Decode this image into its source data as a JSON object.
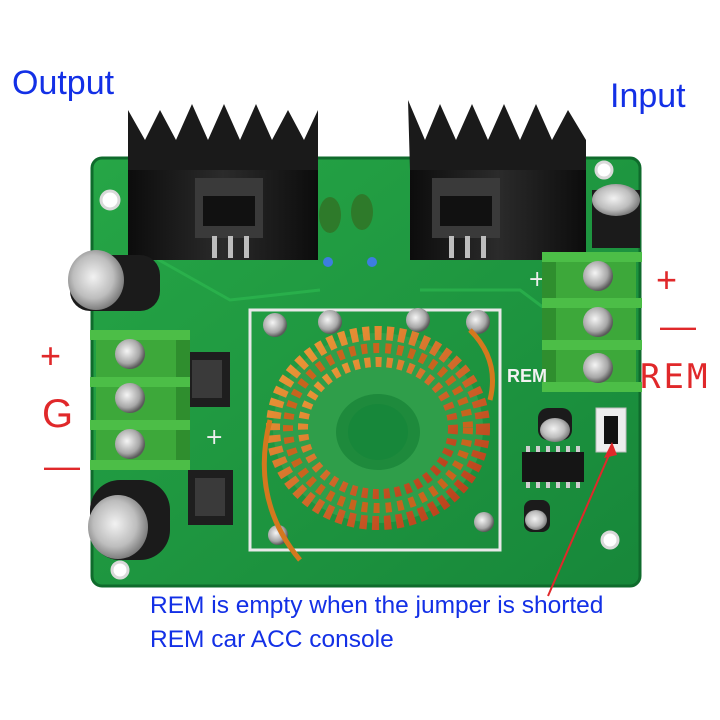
{
  "labels": {
    "output": "Output",
    "input": "Input",
    "right_plus": "+",
    "right_minus": "—",
    "rem_side": "REM",
    "left_plus": "+",
    "left_g": "G",
    "left_minus": "—"
  },
  "notes": {
    "line1": "REM is empty when the jumper is shorted",
    "line2": "REM car ACC console"
  },
  "board": {
    "silkscreen_rem": "REM"
  },
  "colors": {
    "label_blue": "#1330e6",
    "label_red": "#e0282a",
    "pcb_green": "#1e9a3e",
    "terminal_green": "#3da83a",
    "heatsink_black": "#1a1a1a",
    "copper": "#c8641e",
    "annotation_arrow": "#e0282a"
  }
}
